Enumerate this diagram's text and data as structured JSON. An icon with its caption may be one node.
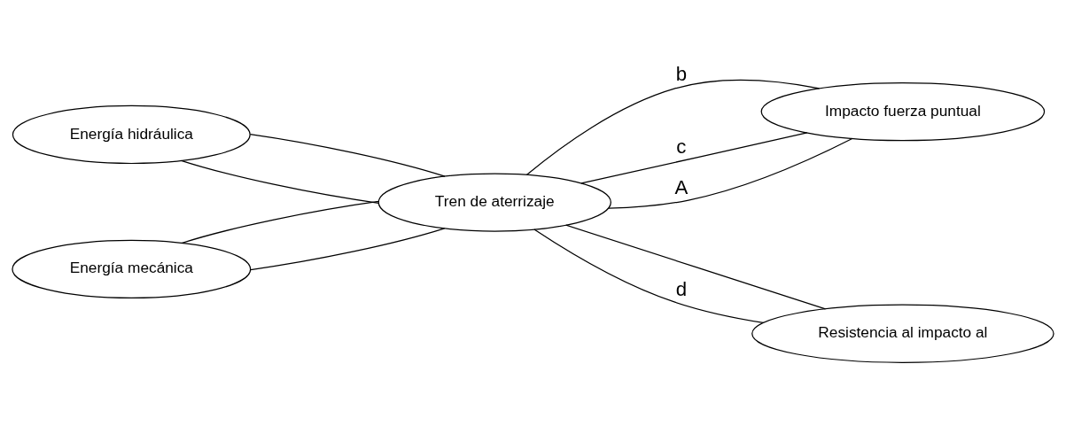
{
  "diagram": {
    "nodes": [
      {
        "text": [
          "Energía hidráulica"
        ]
      },
      {
        "text": [
          "Impacto fuerza puntual"
        ]
      },
      {
        "text": [
          "Tren de aterrizaje"
        ]
      },
      {
        "text": [
          "Energía mecánica"
        ]
      },
      {
        "text": [
          "Resistencia al impacto al"
        ]
      }
    ],
    "edges": [
      {
        "from": 0,
        "to": 2,
        "arrow": "none"
      },
      {
        "from": 0,
        "to": 2,
        "arrow": "none"
      },
      {
        "from": 2,
        "to": 1,
        "arrow": "none",
        "label": "b"
      },
      {
        "from": 2,
        "to": 1,
        "arrow": "none",
        "label": "c"
      },
      {
        "from": 2,
        "to": 1,
        "arrow": "none",
        "label": "A"
      },
      {
        "from": 3,
        "to": 2,
        "arrow": "none"
      },
      {
        "from": 3,
        "to": 2,
        "arrow": "none"
      },
      {
        "from": 2,
        "to": 4,
        "arrow": "none"
      },
      {
        "from": 2,
        "to": 4,
        "arrow": "none",
        "label": "d"
      }
    ]
  }
}
